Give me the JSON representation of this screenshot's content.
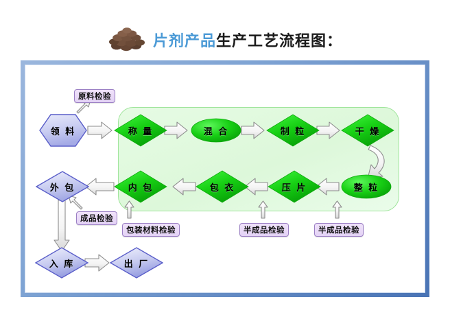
{
  "title": {
    "icon": "tablet-pile-icon",
    "highlight": "片剂产品",
    "rest": "生产工艺流程图："
  },
  "colors": {
    "frame_border": "#4a74b5",
    "green_zone_fill": "#e3f9e1",
    "green_zone_border": "#9ee49a",
    "green_node_fill": "#16c413",
    "purple_node_fill": "#c9cdf2",
    "purple_node_border": "#5a5ec9",
    "tag_fill": "#e7d8f6",
    "tag_border": "#9b7fc4",
    "title_highlight": "#4b9ad6",
    "title_rest": "#1a1a1a",
    "arrow_fill": "#f2f2f2",
    "arrow_stroke": "#8a8a8a"
  },
  "nodes": {
    "ling_liao": "领 料",
    "cheng_liang": "称 量",
    "hun_he": "混 合",
    "zhi_li": "制 粒",
    "gan_zao": "干 燥",
    "zheng_li": "整 粒",
    "ya_pian": "压 片",
    "bao_yi": "包 衣",
    "nei_bao": "内 包",
    "wai_bao": "外 包",
    "ru_ku": "入 库",
    "chu_chang": "出 厂"
  },
  "tags": {
    "yuanliao_jianyan": "原料检验",
    "chengpin_jianyan": "成品检验",
    "baozhuang_cailiao_jianyan": "包装材料检验",
    "bancheng_pin_jianyan_1": "半成品检验",
    "bancheng_pin_jianyan_2": "半成品检验"
  },
  "flow": {
    "top_row": [
      "称 量",
      "混 合",
      "制 粒",
      "干 燥"
    ],
    "bottom_row": [
      "整 粒",
      "压 片",
      "包 衣",
      "内 包"
    ],
    "left_column": [
      "领 料",
      "外 包",
      "入 库",
      "出 厂"
    ]
  }
}
